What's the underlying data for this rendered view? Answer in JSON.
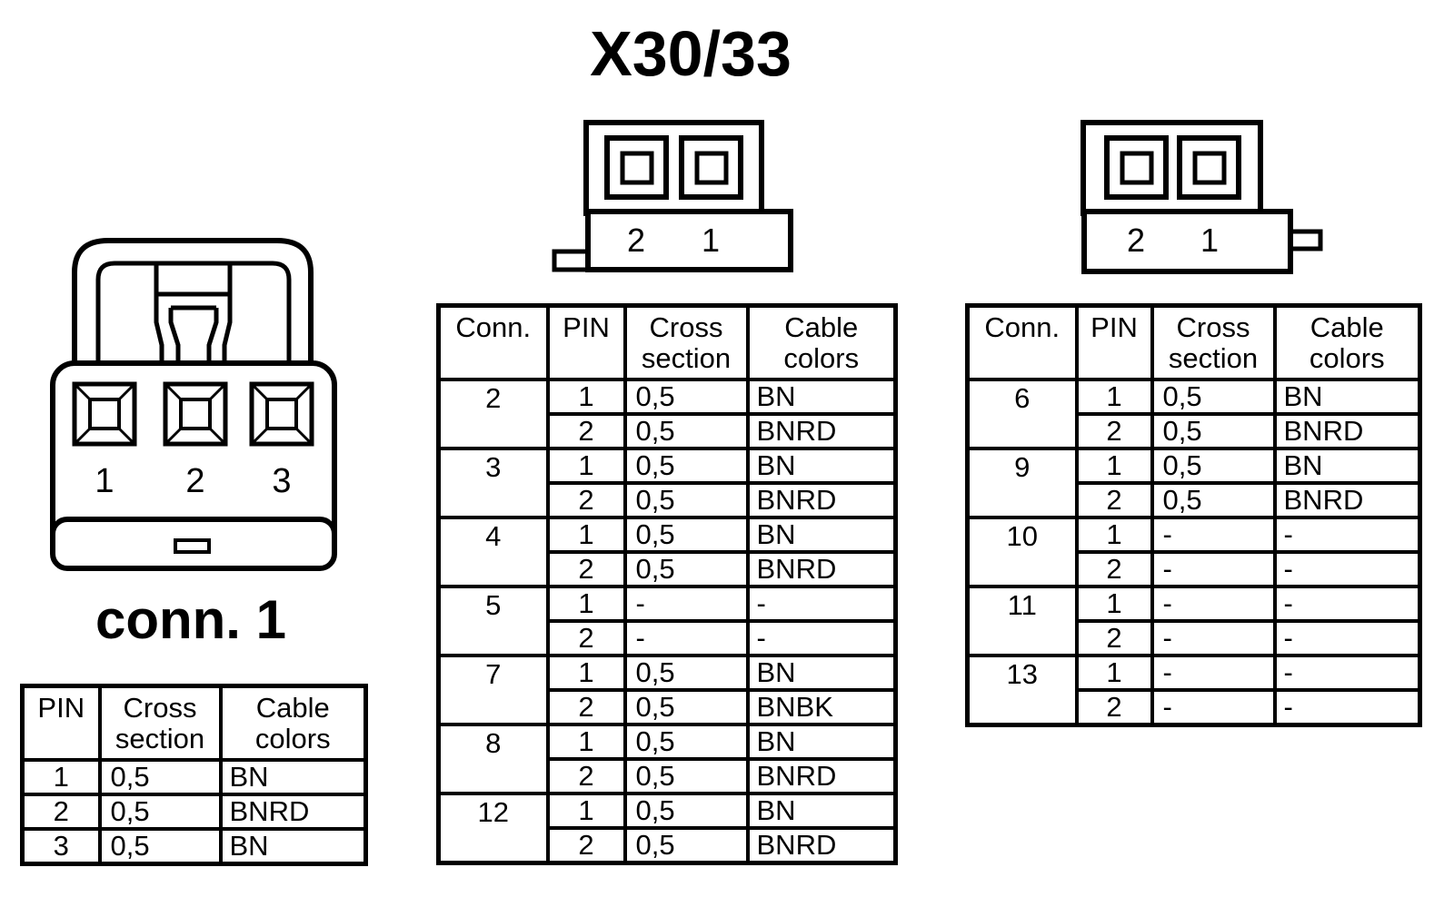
{
  "title": "X30/33",
  "colors": {
    "ink": "#000000",
    "paper": "#ffffff"
  },
  "left_section": {
    "caption": "conn. 1",
    "diagram": {
      "pin_labels": [
        "1",
        "2",
        "3"
      ]
    },
    "table": {
      "headers": [
        "PIN",
        "Cross section",
        "Cable colors"
      ],
      "rows": [
        [
          "1",
          "0,5",
          "BN"
        ],
        [
          "2",
          "0,5",
          "BNRD"
        ],
        [
          "3",
          "0,5",
          "BN"
        ]
      ]
    }
  },
  "middle_section": {
    "diagram": {
      "pin_labels": [
        "2",
        "1"
      ]
    },
    "table": {
      "headers": [
        "Conn.",
        "PIN",
        "Cross section",
        "Cable colors"
      ],
      "groups": [
        {
          "conn": "2",
          "rows": [
            [
              "1",
              "0,5",
              "BN"
            ],
            [
              "2",
              "0,5",
              "BNRD"
            ]
          ]
        },
        {
          "conn": "3",
          "rows": [
            [
              "1",
              "0,5",
              "BN"
            ],
            [
              "2",
              "0,5",
              "BNRD"
            ]
          ]
        },
        {
          "conn": "4",
          "rows": [
            [
              "1",
              "0,5",
              "BN"
            ],
            [
              "2",
              "0,5",
              "BNRD"
            ]
          ]
        },
        {
          "conn": "5",
          "rows": [
            [
              "1",
              "-",
              "-"
            ],
            [
              "2",
              "-",
              "-"
            ]
          ]
        },
        {
          "conn": "7",
          "rows": [
            [
              "1",
              "0,5",
              "BN"
            ],
            [
              "2",
              "0,5",
              "BNBK"
            ]
          ]
        },
        {
          "conn": "8",
          "rows": [
            [
              "1",
              "0,5",
              "BN"
            ],
            [
              "2",
              "0,5",
              "BNRD"
            ]
          ]
        },
        {
          "conn": "12",
          "rows": [
            [
              "1",
              "0,5",
              "BN"
            ],
            [
              "2",
              "0,5",
              "BNRD"
            ]
          ]
        }
      ]
    }
  },
  "right_section": {
    "diagram": {
      "pin_labels": [
        "2",
        "1"
      ]
    },
    "table": {
      "headers": [
        "Conn.",
        "PIN",
        "Cross section",
        "Cable colors"
      ],
      "groups": [
        {
          "conn": "6",
          "rows": [
            [
              "1",
              "0,5",
              "BN"
            ],
            [
              "2",
              "0,5",
              "BNRD"
            ]
          ]
        },
        {
          "conn": "9",
          "rows": [
            [
              "1",
              "0,5",
              "BN"
            ],
            [
              "2",
              "0,5",
              "BNRD"
            ]
          ]
        },
        {
          "conn": "10",
          "rows": [
            [
              "1",
              "-",
              "-"
            ],
            [
              "2",
              "-",
              "-"
            ]
          ]
        },
        {
          "conn": "11",
          "rows": [
            [
              "1",
              "-",
              "-"
            ],
            [
              "2",
              "-",
              "-"
            ]
          ]
        },
        {
          "conn": "13",
          "rows": [
            [
              "1",
              "-",
              "-"
            ],
            [
              "2",
              "-",
              "-"
            ]
          ]
        }
      ]
    }
  }
}
